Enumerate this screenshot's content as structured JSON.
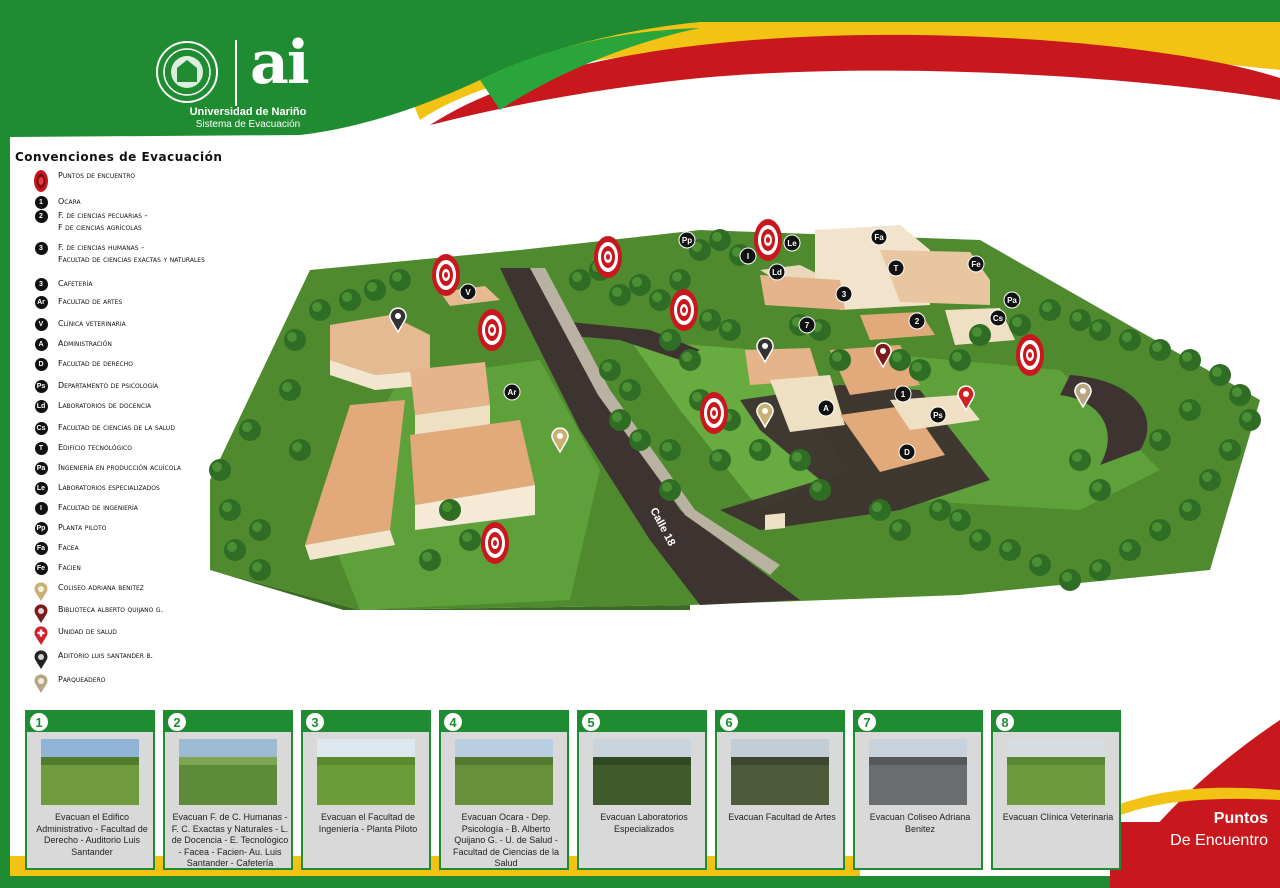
{
  "header": {
    "logo_text": "ai",
    "university_prefix": "Universidad de Nariño",
    "subtitle": "Sistema de Evacuación"
  },
  "legend": {
    "title": "Convenciones de Evacuación",
    "items": [
      {
        "icon": "meeting-point-target-icon",
        "label": "Puntos de encuentro"
      },
      {
        "icon": "number-badge-1",
        "badge": "1",
        "label": "Ocara"
      },
      {
        "icon": "number-badge-2",
        "badge": "2",
        "label": "F. de ciencias pecuarias -\nF de ciencias agrícolas"
      },
      {
        "icon": "number-badge-3",
        "badge": "3",
        "label": "F. de ciencias humanas -\nFacultad de ciencias exactas y naturales"
      },
      {
        "icon": "number-badge-3",
        "badge": "3",
        "label": "Cafetería"
      },
      {
        "icon": "letter-badge-ar",
        "badge": "Ar",
        "label": "Facultad de artes"
      },
      {
        "icon": "letter-badge-v",
        "badge": "V",
        "label": "Clínica veterinaria"
      },
      {
        "icon": "letter-badge-a",
        "badge": "A",
        "label": "Administración"
      },
      {
        "icon": "letter-badge-d",
        "badge": "D",
        "label": "Facultad de derecho"
      },
      {
        "icon": "letter-badge-ps",
        "badge": "Ps",
        "label": "Departamento de psicología"
      },
      {
        "icon": "letter-badge-ld",
        "badge": "Ld",
        "label": "Laboratorios de docencia"
      },
      {
        "icon": "letter-badge-cs",
        "badge": "Cs",
        "label": "Facultad de ciencias de la salud"
      },
      {
        "icon": "letter-badge-t",
        "badge": "T",
        "label": "Edificio tecnológico"
      },
      {
        "icon": "letter-badge-pa",
        "badge": "Pa",
        "label": "Ingeniería en producción acuícola"
      },
      {
        "icon": "letter-badge-le",
        "badge": "Le",
        "label": "Laboratorios especializados"
      },
      {
        "icon": "letter-badge-i",
        "badge": "I",
        "label": "Facultad de ingeniería"
      },
      {
        "icon": "letter-badge-pp",
        "badge": "Pp",
        "label": "Planta piloto"
      },
      {
        "icon": "letter-badge-fa",
        "badge": "Fa",
        "label": "Facea"
      },
      {
        "icon": "letter-badge-fe",
        "badge": "Fe",
        "label": "Facien"
      },
      {
        "icon": "pin-tan-icon",
        "label": "Coliseo adriana benitez"
      },
      {
        "icon": "pin-darkred-icon",
        "label": "Biblioteca alberto quijano g."
      },
      {
        "icon": "pin-red-cross-icon",
        "label": "Unidad de salud"
      },
      {
        "icon": "pin-black-icon",
        "label": "Aditorio luis santander b."
      },
      {
        "icon": "pin-beige-icon",
        "label": "Parqueadero"
      }
    ]
  },
  "map": {
    "street_label": "Calle 18",
    "badges": [
      "V",
      "Ar",
      "Pp",
      "I",
      "Le",
      "Ld",
      "Fa",
      "T",
      "Fe",
      "3",
      "7",
      "2",
      "Pa",
      "Cs",
      "1",
      "A",
      "Ps",
      "D"
    ]
  },
  "cards": [
    {
      "num": "1",
      "text": "Evacuan el Edifico Administrativo - Facultad de Derecho - Auditorio Luis Santander"
    },
    {
      "num": "2",
      "text": "Evacuan F. de C. Humanas - F. C. Exactas y Naturales - L. de Docencia - E. Tecnológico - Facea - Facien- Au. Luis Santander - Cafetería"
    },
    {
      "num": "3",
      "text": "Evacuan el Facultad de Ingeniería - Planta Piloto"
    },
    {
      "num": "4",
      "text": "Evacuan Ocara - Dep. Psicología - B. Alberto Quijano G. - U. de Salud - Facultad de Ciencias de la Salud"
    },
    {
      "num": "5",
      "text": "Evacuan Laboratorios Especializados"
    },
    {
      "num": "6",
      "text": "Evacuan Facultad de Artes"
    },
    {
      "num": "7",
      "text": "Evacuan Coliseo Adriana Benitez"
    },
    {
      "num": "8",
      "text": "Evacuan Clínica Veterinaria"
    }
  ],
  "corner": {
    "line1": "Puntos",
    "line2": "De Encuentro"
  },
  "colors": {
    "green": "#1f8c31",
    "yellow": "#f2c314",
    "red": "#c8181e"
  }
}
